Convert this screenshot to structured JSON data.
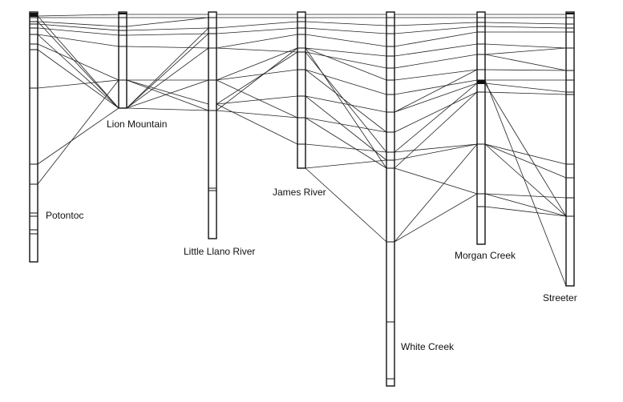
{
  "sites": [
    {
      "id": "potontoc",
      "label": "Potontoc"
    },
    {
      "id": "lion",
      "label": "Lion Mountain"
    },
    {
      "id": "llano",
      "label": "Little Llano River"
    },
    {
      "id": "james",
      "label": "James River"
    },
    {
      "id": "white",
      "label": "White Creek"
    },
    {
      "id": "morgan",
      "label": "Morgan Creek"
    },
    {
      "id": "streeter",
      "label": "Streeter"
    }
  ]
}
